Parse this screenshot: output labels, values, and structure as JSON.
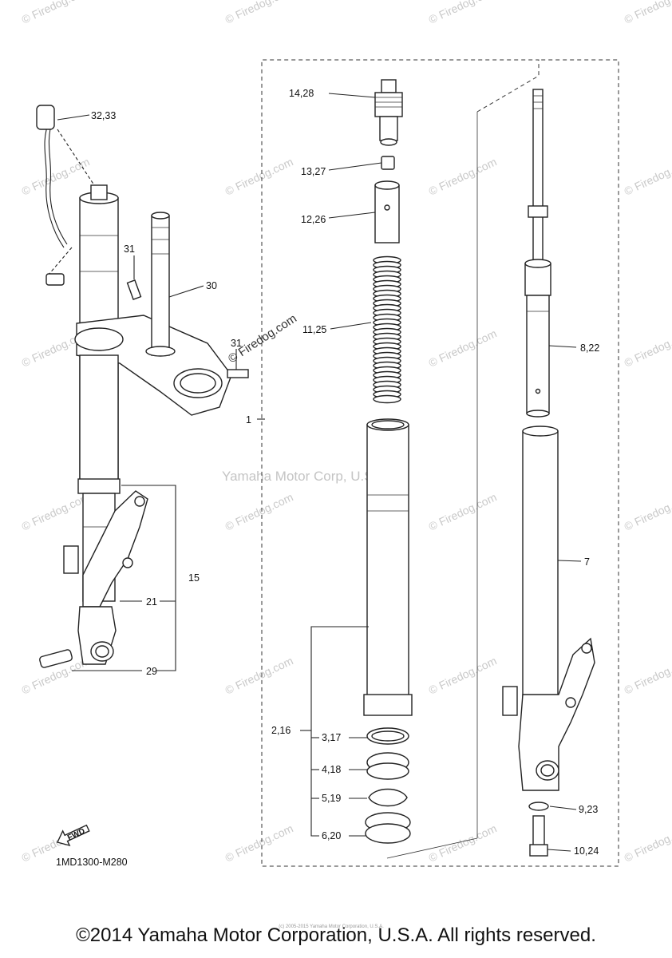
{
  "diagram_code": "1MD1300-M280",
  "copyright_footer": "©2014 Yamaha Motor Corporation, U.S.A. All rights reserved.",
  "center_watermark": "Yamaha Motor Corp, U.S.A.",
  "rotated_watermark": "© Firedog.com",
  "small_print": "(c) 2005-2015 Yamaha Motor Corporation, U.S.A.",
  "fwd_arrow_label": "FWD",
  "callouts": {
    "c32_33": "32,33",
    "c14_28": "14,28",
    "c13_27": "13,27",
    "c12_26": "12,26",
    "c31a": "31",
    "c31b": "31",
    "c30": "30",
    "c11_25": "11,25",
    "c8_22": "8,22",
    "c1": "1",
    "c15": "15",
    "c21": "21",
    "c29": "29",
    "c7": "7",
    "c2_16": "2,16",
    "c3_17": "3,17",
    "c4_18": "4,18",
    "c5_19": "5,19",
    "c6_20": "6,20",
    "c9_23": "9,23",
    "c10_24": "10,24"
  },
  "watermark_text": "© Firedog.com"
}
